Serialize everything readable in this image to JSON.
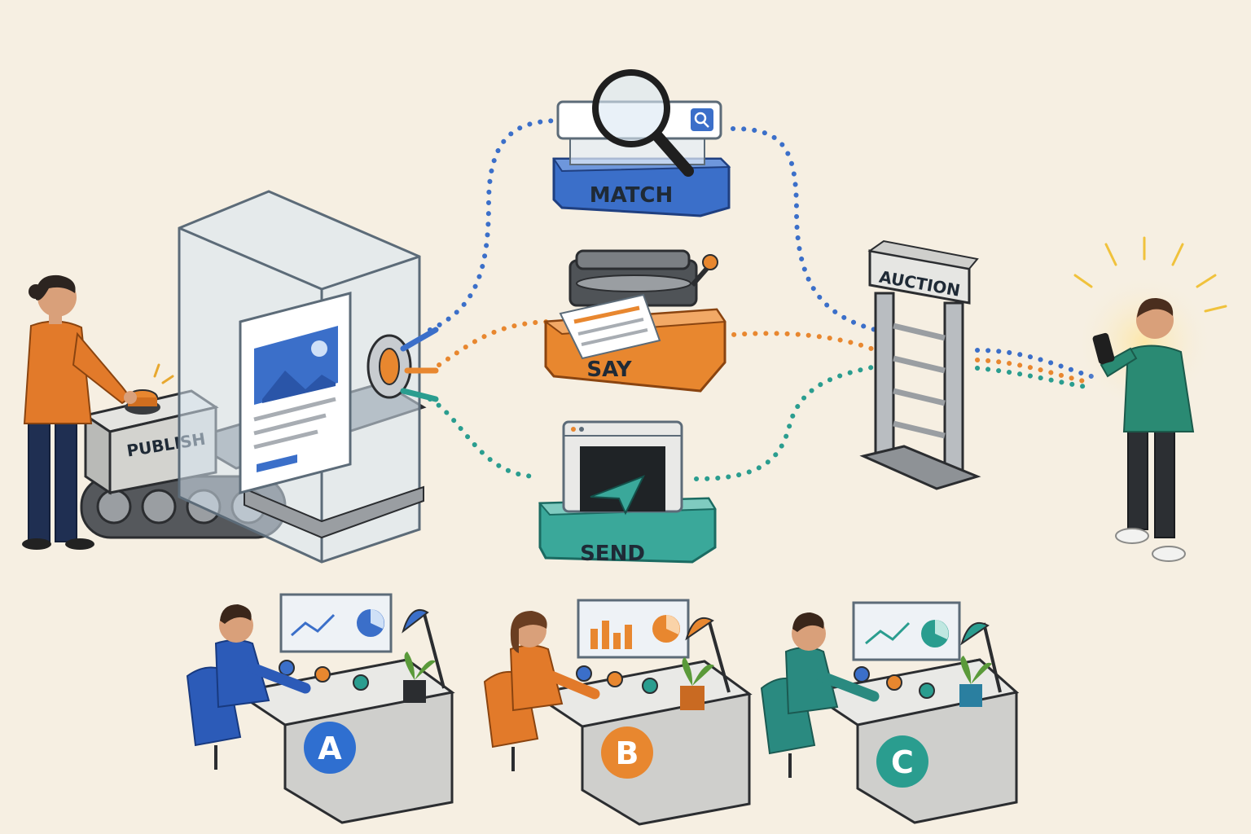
{
  "labels": {
    "publish": "PUBLISH",
    "match": "MATCH",
    "say": "SAY",
    "send": "SEND",
    "auction": "AUCTION"
  },
  "desks": [
    {
      "letter": "A",
      "color": "#2f6fd0",
      "shirt": "#2c5bb8"
    },
    {
      "letter": "B",
      "color": "#e8872f",
      "shirt": "#e27a2a"
    },
    {
      "letter": "C",
      "color": "#2a9d8f",
      "shirt": "#2a8a80"
    }
  ],
  "colors": {
    "match_path": "#3b6fc9",
    "say_path": "#e8872f",
    "send_path": "#2a9d8f",
    "background": "#f6efe2"
  },
  "icons": [
    "search-icon",
    "send-arrow-icon",
    "image-icon",
    "phone-icon",
    "lamp-icon",
    "plant-icon"
  ]
}
